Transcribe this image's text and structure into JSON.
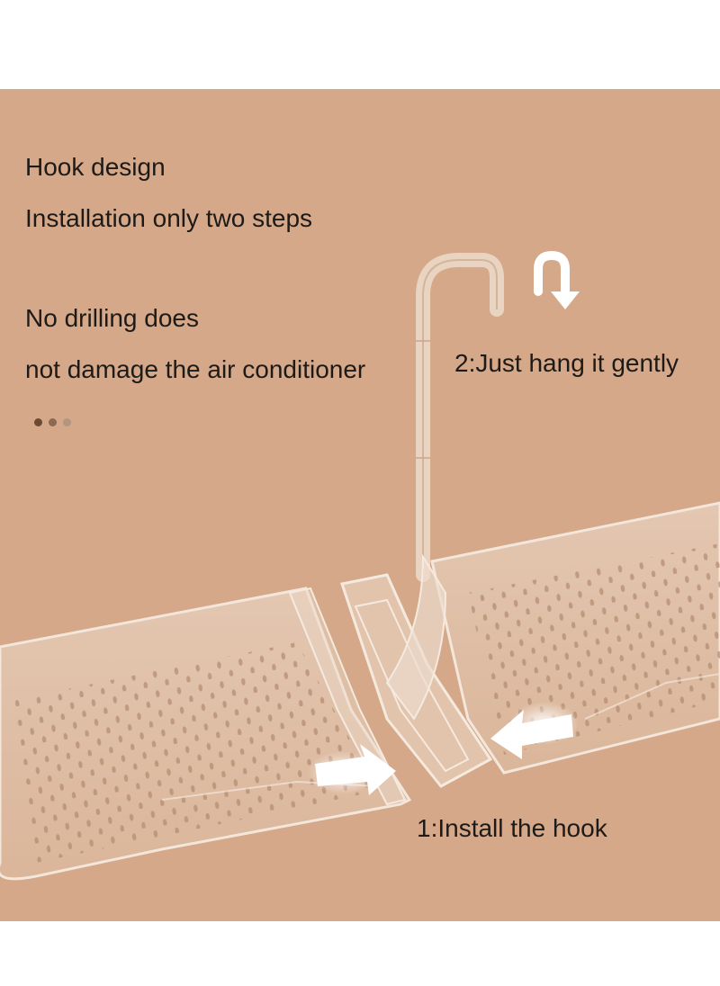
{
  "captions": {
    "hook_design": "Hook design",
    "installation_steps": "Installation only two steps",
    "no_drilling_line1": "No drilling does",
    "no_drilling_line2": "not damage the air conditioner"
  },
  "steps": {
    "step2": "2:Just hang it gently",
    "step1": "1:Install the hook"
  },
  "pagination": {
    "count": 3,
    "active_index": 0
  },
  "colors": {
    "background": "#d4a888",
    "text": "#1e1a17",
    "dot_active": "#6b4a34",
    "dot_mid": "#8a6a52",
    "dot_inactive": "#b39580"
  }
}
